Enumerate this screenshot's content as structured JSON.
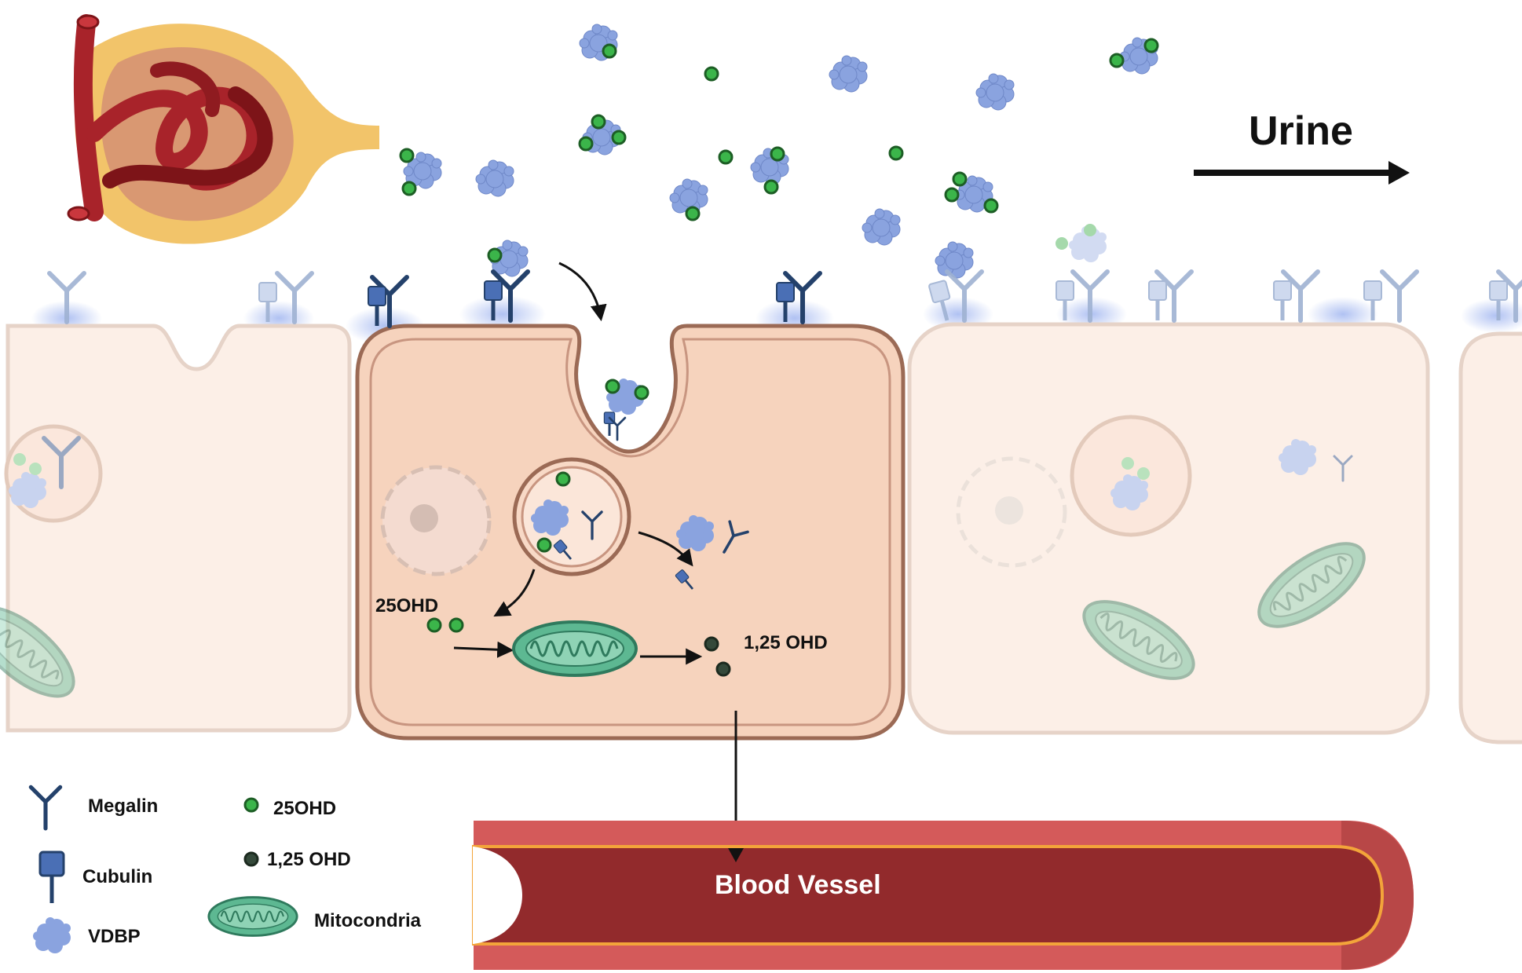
{
  "colors": {
    "active_cell_fill": "#f6d3bd",
    "active_cell_stroke": "#9b6a55",
    "faded_cell_fill": "#fcefe7",
    "faded_cell_stroke": "#e6d3c8",
    "receptor": "#24416b",
    "cubulin": "#4a6fb5",
    "vdbp": "#8aa3df",
    "ohd25": "#3bb54a",
    "ohd125": "#34493a",
    "mito": "#4fae8a",
    "vessel_outer": "#d45a5a",
    "vessel_inner": "#922a2c",
    "vessel_line": "#f3a43a",
    "glomerulus_capsule": "#f2c46a",
    "glomerulus_tube": "#a8232a"
  },
  "labels": {
    "urine": "Urine",
    "ohd25_cell": "25OHD",
    "ohd125_cell": "1,25 OHD",
    "blood_vessel": "Blood Vessel"
  },
  "legend": {
    "megalin": "Megalin",
    "cubulin": "Cubulin",
    "vdbp": "VDBP",
    "ohd25": "25OHD",
    "ohd125": "1,25 OHD",
    "mitocondria": "Mitocondria"
  },
  "icons": {
    "megalin": "y-receptor-icon",
    "cubulin": "square-receptor-icon",
    "vdbp": "protein-cluster-icon",
    "ohd25": "green-dot-icon",
    "ohd125": "dark-dot-icon",
    "mitocondria": "mitochondrion-icon"
  }
}
